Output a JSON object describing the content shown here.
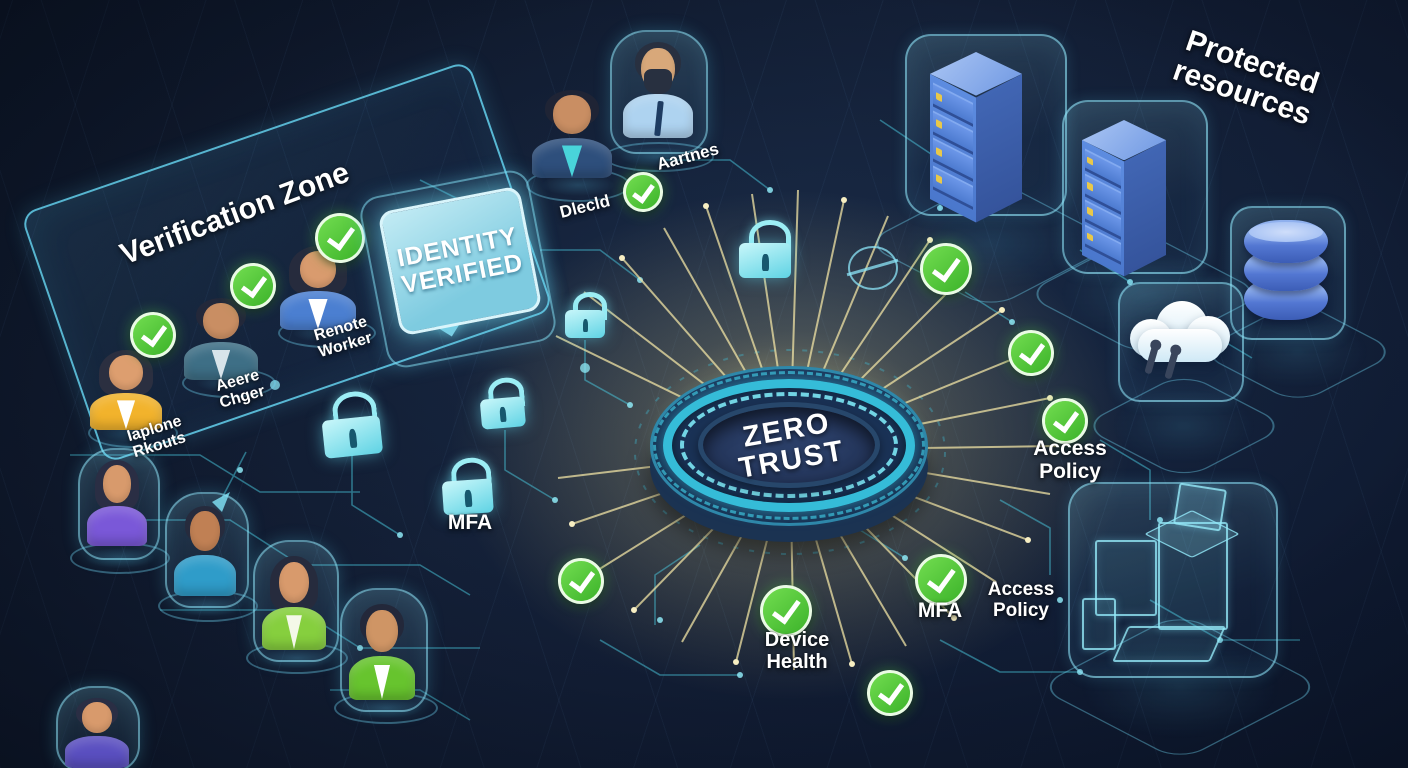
{
  "zones": {
    "verification": {
      "title": "Verification Zone"
    },
    "protected": {
      "title_line1": "Protected",
      "title_line2": "resources"
    }
  },
  "hub": {
    "label_line1": "ZERO",
    "label_line2": "TRUST"
  },
  "identity_badge": {
    "line1": "IDENTITY",
    "line2": "VERIFIED"
  },
  "people": {
    "employee_1": {
      "label_line1": "Iaplone",
      "label_line2": "Rkouts"
    },
    "employee_2": {
      "label_line1": "Aeere",
      "label_line2": "Chger"
    },
    "remote_worker": {
      "label_line1": "Renote",
      "label_line2": "Worker"
    },
    "user_top": {
      "label": "Dlecld"
    },
    "partner": {
      "label": "Aartnes"
    }
  },
  "controls": {
    "mfa_left": {
      "label": "MFA"
    },
    "mfa_right": {
      "label": "MFA"
    },
    "device_health": {
      "line1": "Device",
      "line2": "Health"
    },
    "access_policy_upper": {
      "line1": "Access",
      "line2": "Policy"
    },
    "access_policy_lower": {
      "line1": "Access",
      "line2": "Policy"
    }
  },
  "colors": {
    "background": "#101a2c",
    "accent_cyan": "#49d2e6",
    "status_green": "#53c83b",
    "ray_gold": "#efe2a4",
    "server_blue": "#5585da",
    "database_blue": "#5b82dc",
    "badge_cyan": "#7ecbe0"
  }
}
